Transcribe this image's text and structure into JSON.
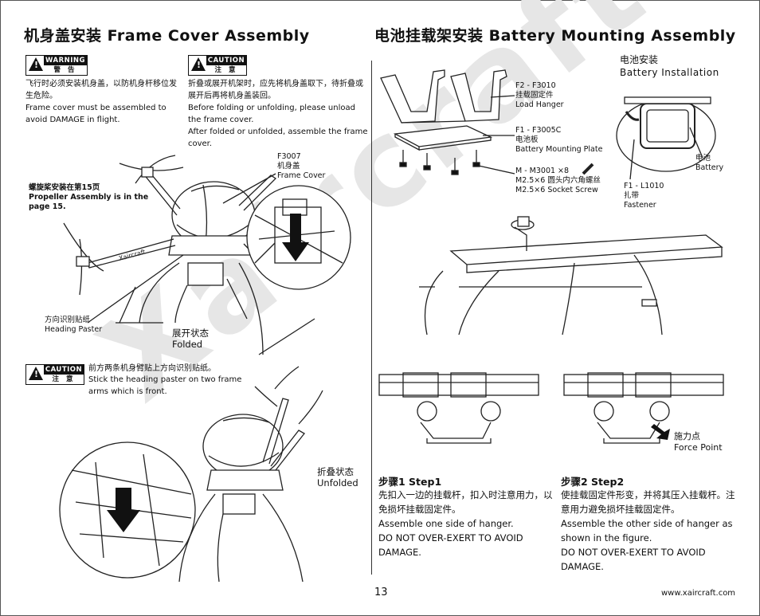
{
  "left": {
    "title": "机身盖安装  Frame Cover Assembly",
    "warning": {
      "badge_en": "WARNING",
      "badge_cn": "警 告",
      "cn": "飞行时必须安装机身盖，以防机身杆移位发生危险。",
      "en": "Frame cover must be assembled to avoid DAMAGE in flight."
    },
    "caution1": {
      "badge_en": "CAUTION",
      "badge_cn": "注 意",
      "cn": "折叠或展开机架时，应先将机身盖取下，待折叠或展开后再将机身盖装回。",
      "en1": "Before folding or unfolding, please unload the frame cover.",
      "en2": "After folded or unfolded, assemble the frame cover."
    },
    "frame_cover_label": {
      "code": "F3007",
      "cn": "机身盖",
      "en": "Frame Cover"
    },
    "propeller_note": {
      "cn": "螺旋桨安装在第15页",
      "en": "Propeller Assembly is in the page 15."
    },
    "heading_paster": {
      "cn": "方向识别贴纸",
      "en": "Heading Paster"
    },
    "folded_state": {
      "cn": "展开状态",
      "en": "Folded"
    },
    "caution2": {
      "badge_en": "CAUTION",
      "badge_cn": "注 意",
      "cn": "前方两条机身臂贴上方向识别贴纸。",
      "en": "Stick the heading paster on two frame arms which is front."
    },
    "unfolded_state": {
      "cn": "折叠状态",
      "en": "Unfolded"
    },
    "arm_text": "Xaircraft"
  },
  "right": {
    "title": "电池挂载架安装  Battery Mounting Assembly",
    "battery_install": {
      "cn": "电池安装",
      "en": "Battery Installation"
    },
    "load_hanger": {
      "code": "F2 - F3010",
      "cn": "挂载固定件",
      "en": "Load Hanger"
    },
    "mounting_plate": {
      "code": "F1 - F3005C",
      "cn": "电池板",
      "en": "Battery Mounting Plate"
    },
    "screw": {
      "code": "M - M3001  ×8",
      "cn": "M2.5×6 圆头内六角螺丝",
      "en": "M2.5×6 Socket Screw"
    },
    "battery": {
      "cn": "电池",
      "en": "Battery"
    },
    "fastener": {
      "code": "F1 - L1010",
      "cn": "扎带",
      "en": "Fastener"
    },
    "force_point": {
      "cn": "施力点",
      "en": "Force Point"
    },
    "step1": {
      "title": "步骤1  Step1",
      "cn": "先扣入一边的挂载杆，扣入时注意用力，以免损坏挂载固定件。",
      "en1": "Assemble one side of hanger.",
      "en2": "DO NOT OVER-EXERT TO AVOID DAMAGE."
    },
    "step2": {
      "title": "步骤2 Step2",
      "cn": "使挂载固定件形变，并将其压入挂载杆。注意用力避免损坏挂载固定件。",
      "en1": "Assemble the other side of hanger as shown in the figure.",
      "en2": "DO NOT OVER-EXERT TO AVOID DAMAGE."
    }
  },
  "watermark": "Xaircraft",
  "footer": {
    "page": "13",
    "url": "www.xaircraft.com"
  }
}
